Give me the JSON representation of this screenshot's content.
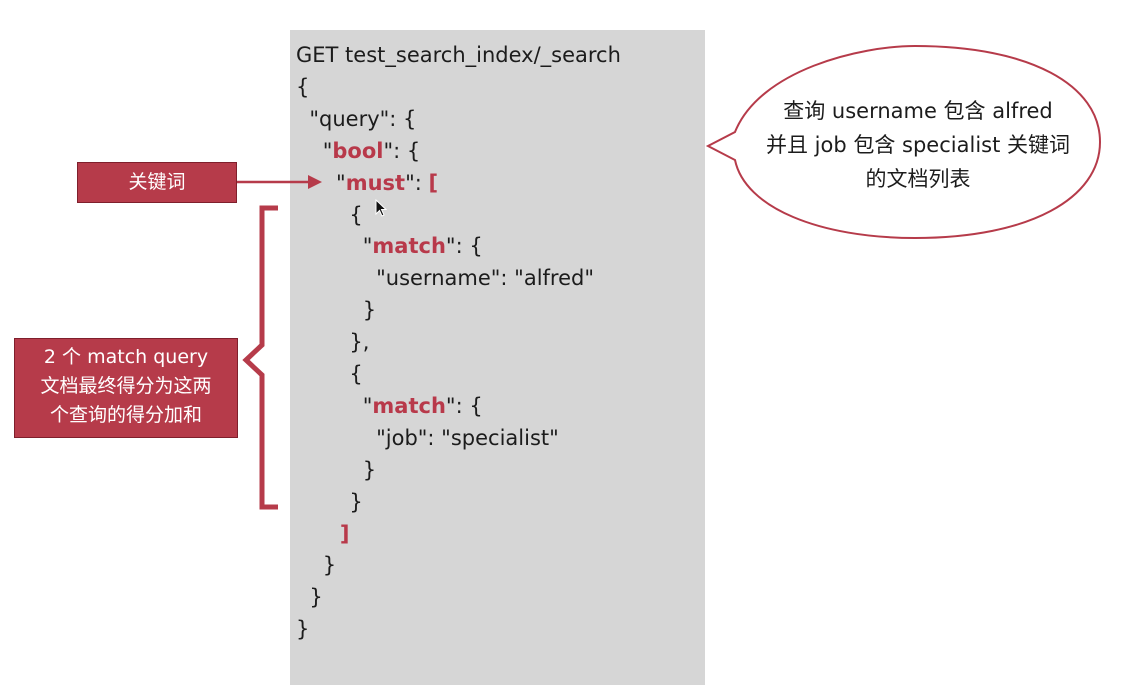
{
  "code": {
    "lines": [
      {
        "parts": [
          {
            "t": "GET test_search_index/_search",
            "k": false
          }
        ]
      },
      {
        "parts": [
          {
            "t": "{",
            "k": false
          }
        ]
      },
      {
        "parts": [
          {
            "t": "  \"query\": {",
            "k": false
          }
        ]
      },
      {
        "parts": [
          {
            "t": "    \"",
            "k": false
          },
          {
            "t": "bool",
            "k": true
          },
          {
            "t": "\": {",
            "k": false
          }
        ]
      },
      {
        "parts": [
          {
            "t": "      \"",
            "k": false
          },
          {
            "t": "must",
            "k": true
          },
          {
            "t": "\": ",
            "k": false
          },
          {
            "t": "[",
            "k": true
          }
        ]
      },
      {
        "parts": [
          {
            "t": "        {",
            "k": false
          }
        ]
      },
      {
        "parts": [
          {
            "t": "          \"",
            "k": false
          },
          {
            "t": "match",
            "k": true
          },
          {
            "t": "\": {",
            "k": false
          }
        ]
      },
      {
        "parts": [
          {
            "t": "            \"username\": \"alfred\"",
            "k": false
          }
        ]
      },
      {
        "parts": [
          {
            "t": "          }",
            "k": false
          }
        ]
      },
      {
        "parts": [
          {
            "t": "        },",
            "k": false
          }
        ]
      },
      {
        "parts": [
          {
            "t": "        {",
            "k": false
          }
        ]
      },
      {
        "parts": [
          {
            "t": "          \"",
            "k": false
          },
          {
            "t": "match",
            "k": true
          },
          {
            "t": "\": {",
            "k": false
          }
        ]
      },
      {
        "parts": [
          {
            "t": "            \"job\": \"specialist\"",
            "k": false
          }
        ]
      },
      {
        "parts": [
          {
            "t": "          }",
            "k": false
          }
        ]
      },
      {
        "parts": [
          {
            "t": "        }",
            "k": false
          }
        ]
      },
      {
        "parts": [
          {
            "t": "      ]",
            "k": true
          }
        ]
      },
      {
        "parts": [
          {
            "t": "    }",
            "k": false
          }
        ]
      },
      {
        "parts": [
          {
            "t": "  }",
            "k": false
          }
        ]
      },
      {
        "parts": [
          {
            "t": "}",
            "k": false
          }
        ]
      }
    ]
  },
  "keyword_label": "关键词",
  "bracket_note": {
    "line1": "2 个 match query",
    "line2": "文档最终得分为这两",
    "line3": "个查询的得分加和"
  },
  "bubble": {
    "line1": "查询 username 包含 alfred",
    "line2": "并且 job 包含 specialist 关键词",
    "line3": "的文档列表"
  },
  "colors": {
    "accent": "#b63b4a",
    "keyword": "#b8394a",
    "panel": "#d6d6d6"
  }
}
